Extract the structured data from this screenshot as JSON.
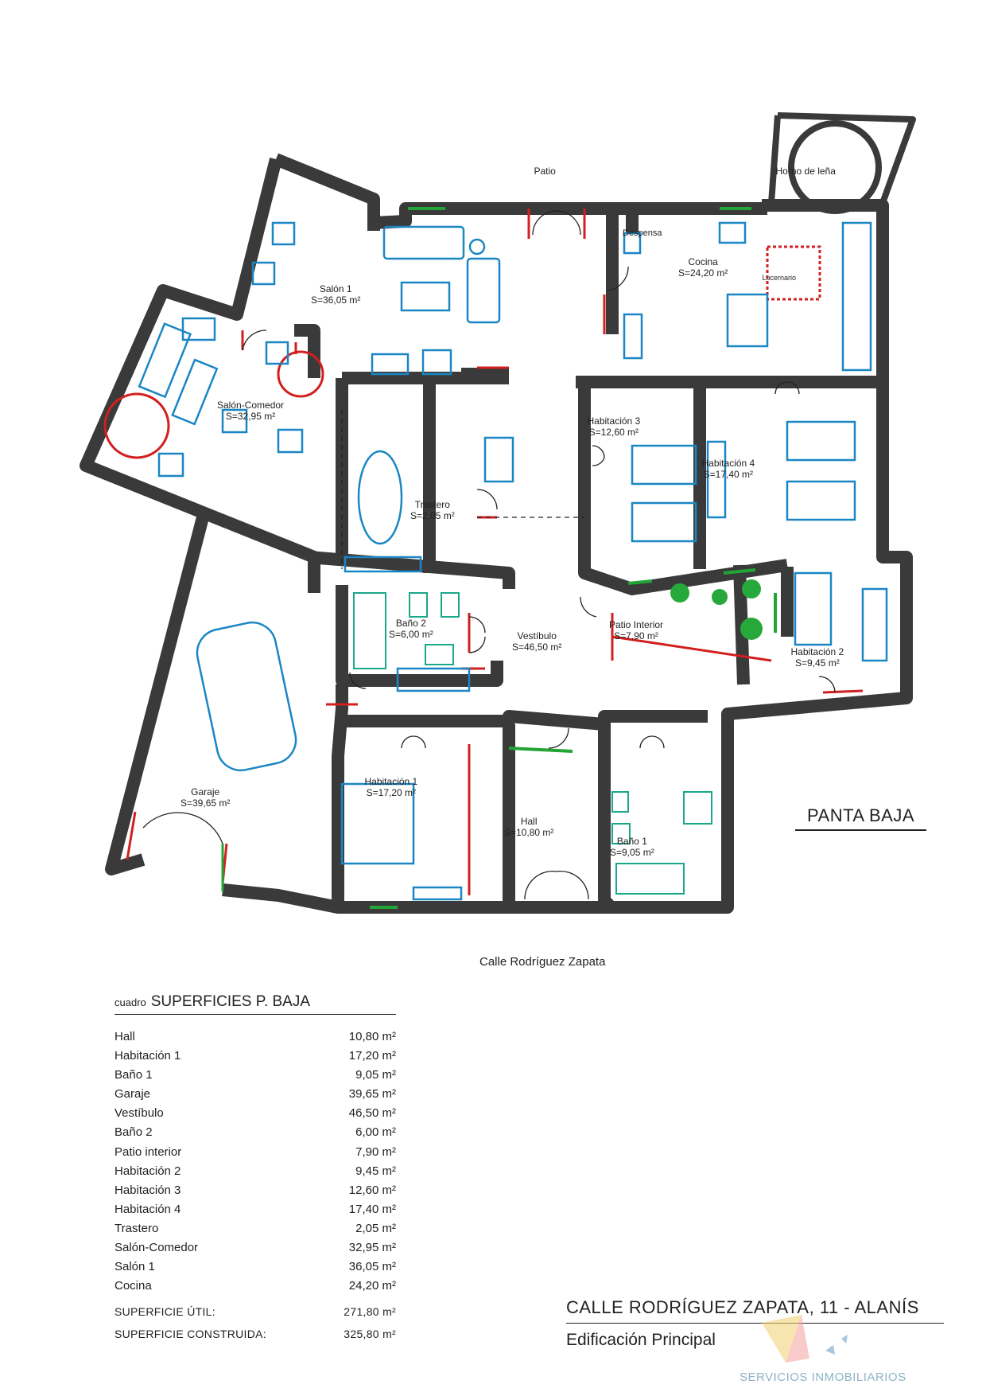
{
  "plan": {
    "title": "PANTA BAJA",
    "street": "Calle Rodríguez Zapata",
    "patio_label": "Patio",
    "rooms": {
      "horno": {
        "name": "Horno de leña"
      },
      "despensa": {
        "name": "Despensa"
      },
      "cocina": {
        "name": "Cocina",
        "area": "S=24,20 m²"
      },
      "lucernario": {
        "name": "Lucernario"
      },
      "salon1": {
        "name": "Salón 1",
        "area": "S=36,05 m²"
      },
      "salon_comedor": {
        "name": "Salón-Comedor",
        "area": "S=32,95 m²"
      },
      "trastero": {
        "name": "Trastero",
        "area": "S=2,05 m²"
      },
      "habitacion3": {
        "name": "Habitación 3",
        "area": "S=12,60 m²"
      },
      "habitacion4": {
        "name": "Habitación 4",
        "area": "S=17,40 m²"
      },
      "bano2": {
        "name": "Baño 2",
        "area": "S=6,00 m²"
      },
      "vestibulo": {
        "name": "Vestíbulo",
        "area": "S=46,50 m²"
      },
      "patio_interior": {
        "name": "Patio Interior",
        "area": "S=7,90 m²"
      },
      "habitacion2": {
        "name": "Habitación 2",
        "area": "S=9,45 m²"
      },
      "garaje": {
        "name": "Garaje",
        "area": "S=39,65 m²"
      },
      "habitacion1": {
        "name": "Habitación 1",
        "area": "S=17,20 m²"
      },
      "hall": {
        "name": "Hall",
        "area": "S=10,80 m²"
      },
      "bano1": {
        "name": "Baño 1",
        "area": "S=9,05 m²"
      }
    }
  },
  "table": {
    "prefix": "cuadro",
    "title": "SUPERFICIES P. BAJA",
    "rows": [
      {
        "room": "Hall",
        "area": "10,80 m²"
      },
      {
        "room": "Habitación 1",
        "area": "17,20 m²"
      },
      {
        "room": "Baño 1",
        "area": "9,05 m²"
      },
      {
        "room": "Garaje",
        "area": "39,65 m²"
      },
      {
        "room": "Vestíbulo",
        "area": "46,50 m²"
      },
      {
        "room": "Baño 2",
        "area": "6,00 m²"
      },
      {
        "room": "Patio interior",
        "area": "7,90 m²"
      },
      {
        "room": "Habitación 2",
        "area": "9,45 m²"
      },
      {
        "room": "Habitación 3",
        "area": "12,60 m²"
      },
      {
        "room": "Habitación 4",
        "area": "17,40 m²"
      },
      {
        "room": "Trastero",
        "area": "2,05 m²"
      },
      {
        "room": "Salón-Comedor",
        "area": "32,95 m²"
      },
      {
        "room": "Salón 1",
        "area": "36,05 m²"
      },
      {
        "room": "Cocina",
        "area": "24,20 m²"
      }
    ],
    "util_label": "SUPERFICIE ÚTIL:",
    "util_value": "271,80 m²",
    "construida_label": "SUPERFICIE CONSTRUIDA:",
    "construida_value": "325,80 m²"
  },
  "footer": {
    "address": "CALLE RODRÍGUEZ ZAPATA, 11 - ALANÍS",
    "subtitle": "Edificación Principal",
    "watermark": "SERVICIOS INMOBILIARIOS"
  },
  "colors": {
    "wall": "#3a3a3a",
    "furniture": "#1a86c4",
    "sanitary": "#1aa88a",
    "door_red": "#d21f1f",
    "window_green": "#22a535",
    "plant": "#27a83a"
  }
}
